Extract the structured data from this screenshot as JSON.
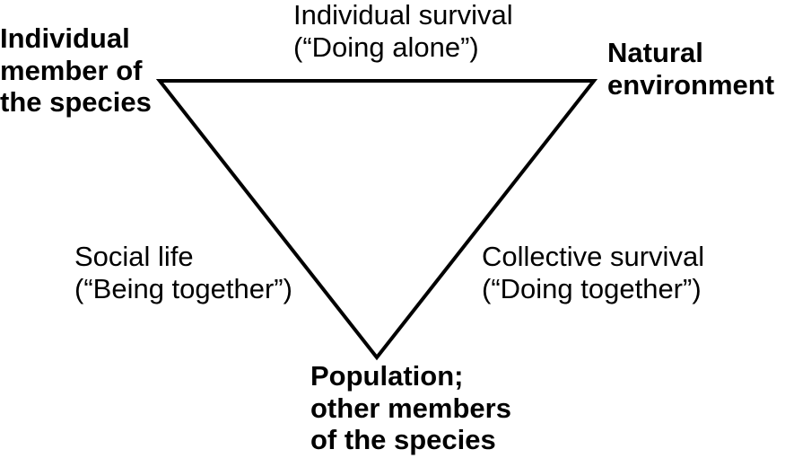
{
  "diagram": {
    "vertices": {
      "top_left": "Individual\nmember of\nthe species",
      "top_right": "Natural\nenvironment",
      "bottom": "Population;\nother members\nof the species"
    },
    "edges": {
      "top": "Individual survival\n(“Doing alone”)",
      "left": "Social life\n(“Being together”)",
      "right": "Collective survival\n(“Doing together”)"
    },
    "colors": {
      "line": "#000000",
      "text": "#000000",
      "background": "#ffffff"
    }
  }
}
